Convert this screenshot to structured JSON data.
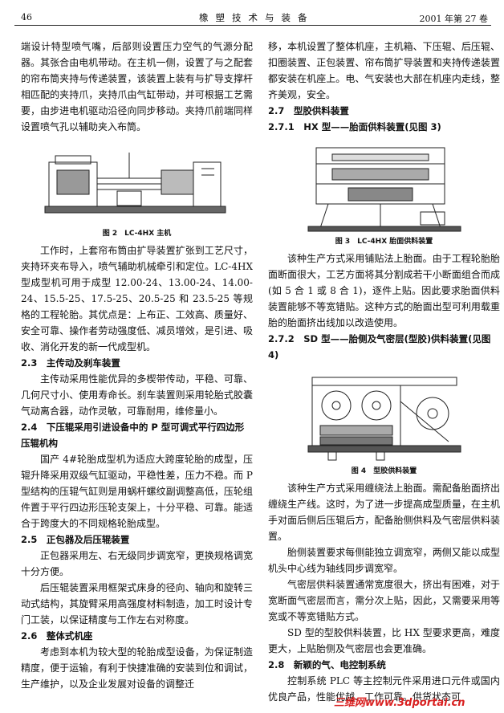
{
  "header": {
    "page_number": "46",
    "journal": "橡塑技术与装备",
    "issue": "2001 年第 27 卷"
  },
  "left": {
    "p1": "端设计特型喷气嘴，后部则设置压力空气的气源分配器。其张合由电机带动。在主机一侧，设置了与之配套的帘布筒夹持与传递装置，该装置上装有与扩导支撑杆相匹配的夹持爪，夹持爪由气缸带动，并可根据工艺需要，由步进电机驱动沿径向同步移动。夹持爪前端同样设置喷气孔以辅助夹入布筒。",
    "fig2_caption": "图 2　LC-4HX 主机",
    "p2": "工作时，上套帘布筒由扩导装置扩张到工艺尺寸，夹持环夹布导入，喷气辅助机械牵引和定位。LC-4HX 型成型机可用于成型 12.00-24、13.00-24、14.00-24、15.5-25、17.5-25、20.5-25 和 23.5-25 等规格的工程轮胎。其优点是：上布正、工效高、质量好、安全可靠、操作者劳动强度低、减员增效，是引进、吸收、消化开发的新一代成型机。",
    "h23": "2.3　主传动及刹车装置",
    "p3": "主传动采用性能优异的多楔带传动，平稳、可靠、几何尺寸小、使用寿命长。刹车装置则采用轮胎式胶囊气动离合器，动作灵敏，可靠耐用，维修量小。",
    "h24": "2.4　下压辊采用引进设备中的 P 型可调式平行四边形压辊机构",
    "p4": "国产 4#轮胎成型机为适应大跨度轮胎的成型，压辊升降采用双级气缸驱动，平稳性差，压力不稳。而 P 型结构的压辊气缸则是用蜗杆螺纹副调整高低，压轮组件置于平行四边形压轮支架上，十分平稳、可靠。能适合于跨度大的不同规格轮胎成型。",
    "h25": "2.5　正包器及后压辊装置",
    "p5": "正包器采用左、右无级同步调宽窄，更换规格调宽十分方便。",
    "p6": "后压辊装置采用框架式床身的径向、轴向和旋转三动式结构，其旋臂采用高强度材料制造，加工时设计专门工装，以保证精度与工作左右对称度。",
    "h26": "2.6　整体式机座",
    "p7": "考虑到本机为较大型的轮胎成型设备，为保证制造精度，便于运输，有利于快捷准确的安装到位和调试，生产维护，以及企业发展对设备的调整迁"
  },
  "right": {
    "p1": "移，本机设置了整体机座，主机箱、下压辊、后压辊、扣圈装置、正包装置、帘布筒扩导装置和夹持传递装置都安装在机座上。电、气安装也大部在机座内走线，整齐美观，安全。",
    "h27": "2.7　型胶供料装置",
    "h271": "2.7.1　HX 型——胎面供料装置(见图 3)",
    "fig3_caption": "图 3　LC-4HX 胎面供料装置",
    "p2": "该种生产方式采用铺贴法上胎面。由于工程轮胎胎面断面很大，工艺方面将其分割成若干小断面组合而成(如 5 合 1 或 8 合 1)，逐件上贴。因此要求胎面供料装置能够不等宽错贴。这种方式的胎面出型可利用载重胎的胎面挤出线加以改造使用。",
    "h272": "2.7.2　SD 型——胎侧及气密层(型胶)供料装置(见图 4)",
    "fig4_caption": "图 4　型胶供料装置",
    "p3": "该种生产方式采用缠绕法上胎面。需配备胎面挤出缠绕生产线。这时，为了进一步提高成型质量，在主机手对面后侧后压辊后方，配备胎侧供料及气密层供料装置。",
    "p4": "胎侧装置要求每侧能独立调宽窄，两侧又能以成型机头中心线为轴线同步调宽窄。",
    "p5": "气密层供料装置通常宽度很大，挤出有困难，对于宽断面气密层而言，需分次上贴，因此，又需要采用等宽或不等宽错贴方式。",
    "p6": "SD 型的型胶供料装置，比 HX 型要求更高，难度更大，上贴胎侧及气密层也会更准确。",
    "h28": "2.8　新颖的气、电控制系统",
    "p7": "控制系统 PLC 等主控制元件采用进口元件或国内优良产品，性能优越、工作可靠。供货状态可"
  },
  "watermark": "三维网www.3dportal.cn"
}
